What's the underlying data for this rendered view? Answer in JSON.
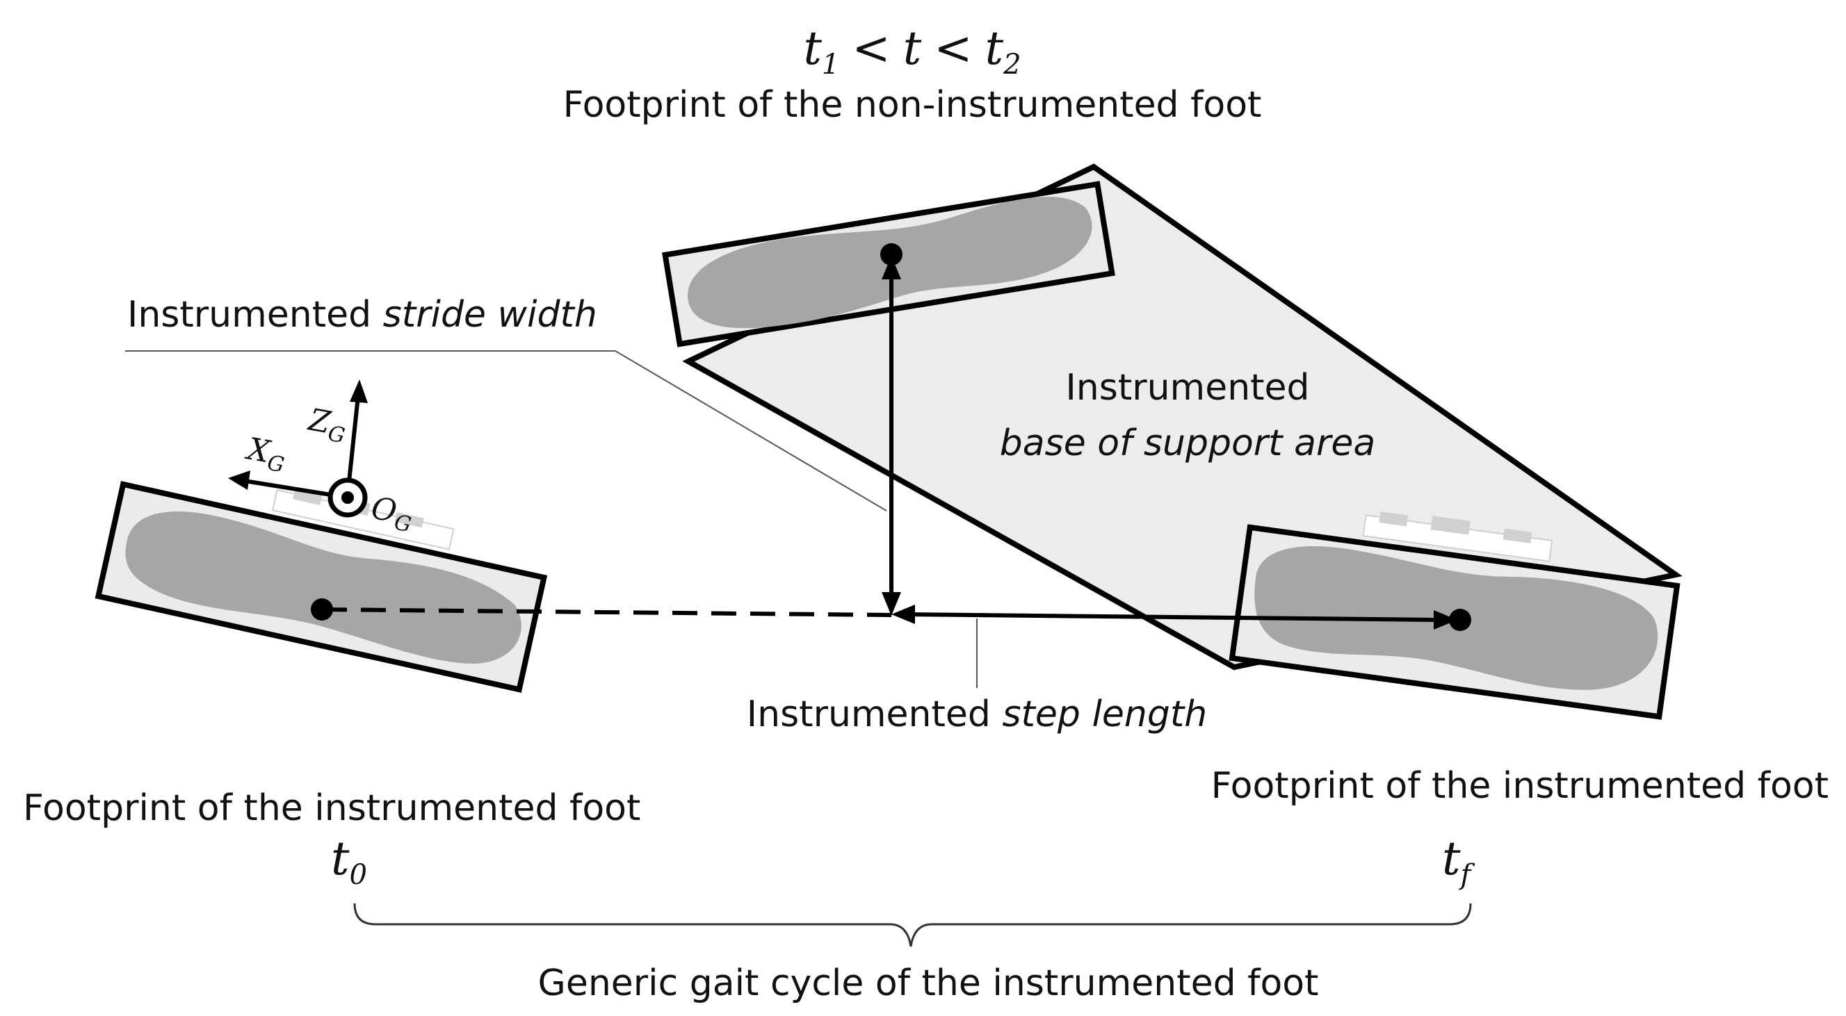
{
  "labels": {
    "top_time": "t₁ < t < t₂",
    "top_time_parts": {
      "t1": "t",
      "t1_sub": "1",
      "lt1": "<",
      "t": "t",
      "lt2": "<",
      "t2": "t",
      "t2_sub": "2"
    },
    "footprint_non_instrumented": "Footprint of the non-instrumented foot",
    "stride_width_prefix": "Instrumented ",
    "stride_width_italic": "stride width",
    "bos_line1": "Instrumented",
    "bos_line2": "base of support area",
    "step_length_prefix": "Instrumented ",
    "step_length_italic": "step length",
    "footprint_instrumented_left": "Footprint of the instrumented foot",
    "footprint_instrumented_right": "Footprint of the instrumented foot",
    "t0_main": "t",
    "t0_sub": "0",
    "tf_main": "t",
    "tf_sub": "f",
    "gait_cycle": "Generic gait cycle of the instrumented foot"
  },
  "axes": {
    "z_main": "Z",
    "z_sub": "G",
    "x_main": "X",
    "x_sub": "G",
    "o_main": "O",
    "o_sub": "G"
  },
  "colors": {
    "outline": "#000000",
    "footprint_fill": "#a6a6a6",
    "box_fill": "#ebebeb",
    "bos_fill": "#ececec",
    "sensor_fill": "#d9d9d9",
    "thin_line": "#555555"
  }
}
